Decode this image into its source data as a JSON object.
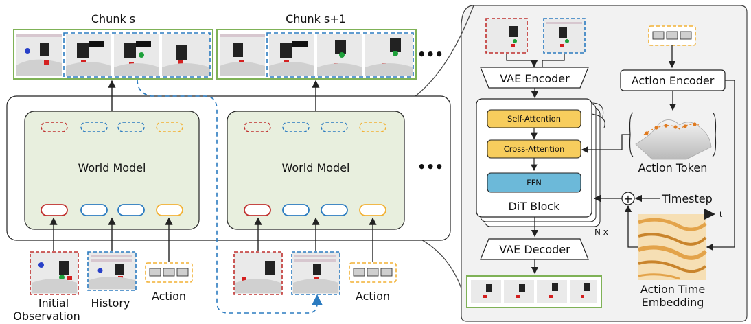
{
  "chunks": {
    "chunk_s": "Chunk s",
    "chunk_s1": "Chunk s+1"
  },
  "world_model": {
    "label_1": "World Model",
    "label_2": "World Model"
  },
  "ellipsis": {
    "top": "•••",
    "middle": "•••"
  },
  "inputs": {
    "initial_line1": "Initial",
    "initial_line2": "Observation",
    "history": "History",
    "action_1": "Action",
    "action_2": "Action"
  },
  "detail": {
    "vae_encoder": "VAE Encoder",
    "vae_decoder": "VAE Decoder",
    "action_encoder": "Action Encoder",
    "self_attention": "Self-Attention",
    "cross_attention": "Cross-Attention",
    "ffn": "FFN",
    "dit_block": "DiT Block",
    "n_times": "N x",
    "timestep": "Timestep",
    "action_token": "Action Token",
    "action_time_line1": "Action Time",
    "action_time_line2": "Embedding",
    "t_axis": "t",
    "plus": "+"
  },
  "colors": {
    "red": "#c0302e",
    "blue": "#2b7bc0",
    "yellow": "#f2b134",
    "green_frame": "#7fb257",
    "wm_fill": "#e8efde",
    "attn_fill": "#f7cd5d",
    "ffn_fill": "#6cb9d9",
    "panel_fill": "#f2f2f2"
  }
}
